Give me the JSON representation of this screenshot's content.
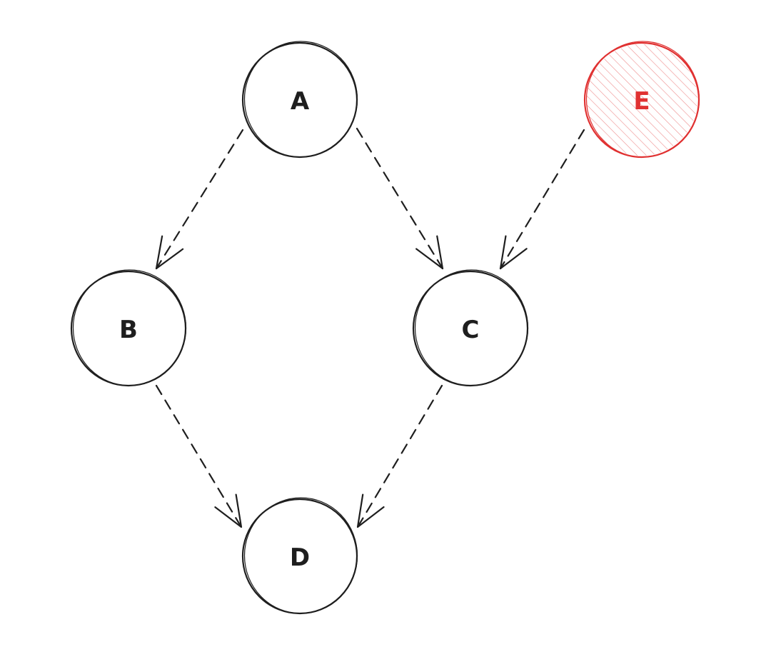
{
  "diagram": {
    "nodes": [
      {
        "id": "A",
        "label": "A",
        "color": "#1e1e1e",
        "fill": "none"
      },
      {
        "id": "B",
        "label": "B",
        "color": "#1e1e1e",
        "fill": "none"
      },
      {
        "id": "C",
        "label": "C",
        "color": "#1e1e1e",
        "fill": "none"
      },
      {
        "id": "D",
        "label": "D",
        "color": "#1e1e1e",
        "fill": "none"
      },
      {
        "id": "E",
        "label": "E",
        "color": "#e03131",
        "fill": "hatched"
      }
    ],
    "edges": [
      {
        "from": "A",
        "to": "B",
        "style": "dashed"
      },
      {
        "from": "A",
        "to": "C",
        "style": "dashed"
      },
      {
        "from": "E",
        "to": "C",
        "style": "dashed"
      },
      {
        "from": "B",
        "to": "D",
        "style": "dashed"
      },
      {
        "from": "C",
        "to": "D",
        "style": "dashed"
      }
    ]
  }
}
